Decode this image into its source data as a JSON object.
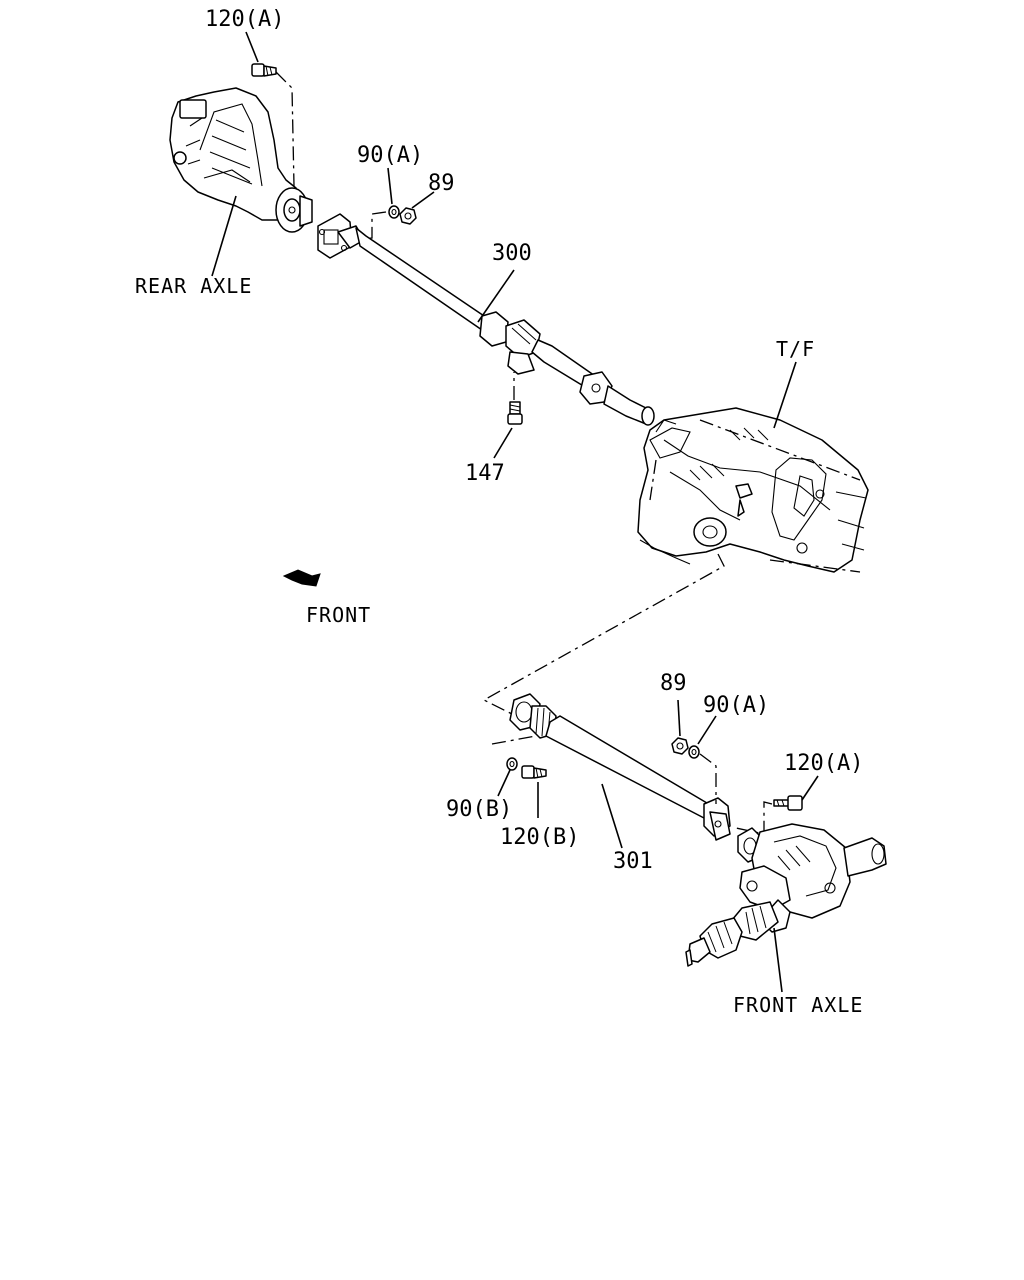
{
  "labels": {
    "bolt_120a_top": "120(A)",
    "washer_90a_top": "90(A)",
    "nut_89_top": "89",
    "shaft_300": "300",
    "bolt_147": "147",
    "nut_89_bottom": "89",
    "washer_90a_bottom": "90(A)",
    "bolt_120a_bottom": "120(A)",
    "washer_90b": "90(B)",
    "bolt_120b": "120(B)",
    "shaft_301": "301"
  },
  "names": {
    "rear_axle": "REAR AXLE",
    "transfer": "T/F",
    "front_direction": "FRONT",
    "front_axle": "FRONT AXLE"
  },
  "colors": {
    "line": "#000000",
    "background": "#ffffff"
  }
}
